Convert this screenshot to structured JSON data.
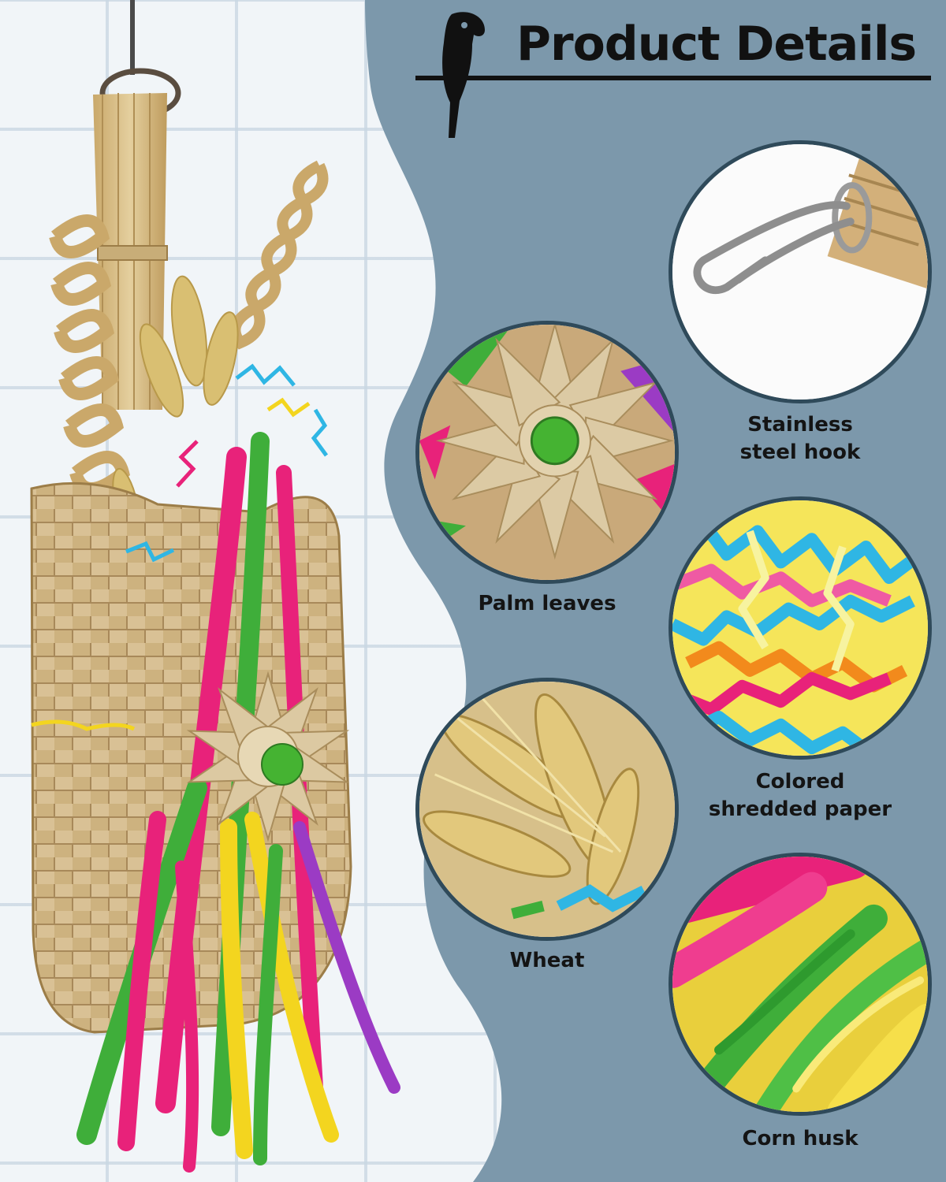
{
  "header": {
    "title": "Product Details",
    "icon": "parrot-icon"
  },
  "details": [
    {
      "id": "hook",
      "lines": [
        "Stainless",
        "steel hook"
      ],
      "icon": "steel-hook"
    },
    {
      "id": "palm",
      "lines": [
        "Palm leaves"
      ],
      "icon": "palm-leaf-flower"
    },
    {
      "id": "paper",
      "lines": [
        "Colored",
        "shredded paper"
      ],
      "icon": "shredded-paper"
    },
    {
      "id": "wheat",
      "lines": [
        "Wheat"
      ],
      "icon": "wheat-ears"
    },
    {
      "id": "corn",
      "lines": [
        "Corn husk"
      ],
      "icon": "corn-husk-strands"
    }
  ],
  "colors": {
    "panel_blue": "#7c98ab",
    "circle_border": "#2f4a5a",
    "text": "#111111",
    "tile_background": "#f1f5f8",
    "accent_pink": "#e8227a",
    "accent_green": "#3fae3a",
    "accent_yellow": "#f3d51f",
    "accent_cyan": "#2fb6e4",
    "accent_purple": "#9b3bc4",
    "straw": "#d2b98a"
  }
}
